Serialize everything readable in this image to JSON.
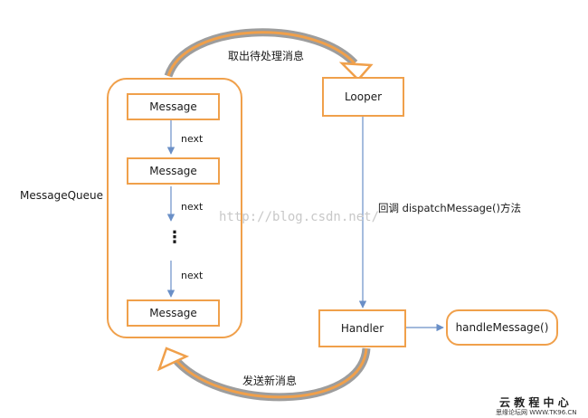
{
  "queue": {
    "label": "MessageQueue",
    "messages": [
      "Message",
      "Message",
      "Message"
    ],
    "next_labels": [
      "next",
      "next",
      "next"
    ],
    "ellipsis": "⋮"
  },
  "looper": {
    "label": "Looper"
  },
  "handler": {
    "label": "Handler"
  },
  "handle_message": {
    "label": "handleMessage()"
  },
  "edges": {
    "take_message": "取出待处理消息",
    "send_message": "发送新消息",
    "callback": "回调 dispatchMessage()方法"
  },
  "watermark": "http://blog.csdn.net/",
  "logo": {
    "title": "云 教 程 中 心",
    "subtitle": "思缘论坛网 WWW.TK96.CN"
  },
  "colors": {
    "box_border": "#f0a04b",
    "arrow_blue": "#6a8fc7",
    "curve_shadow": "#9d9d9d"
  }
}
